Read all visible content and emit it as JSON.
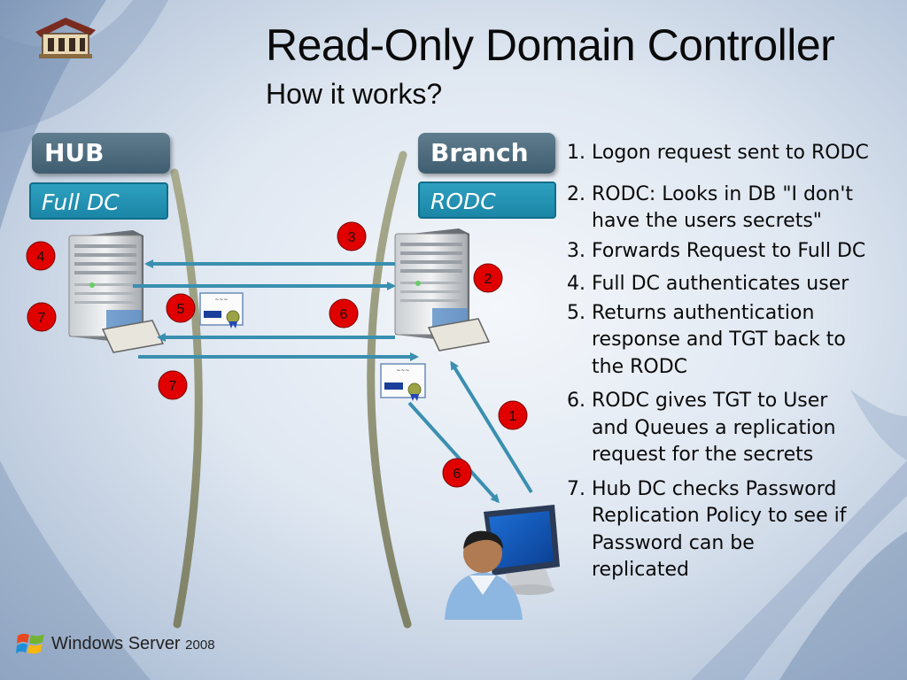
{
  "slide": {
    "title": "Read-Only Domain Controller",
    "subtitle": "How it works?"
  },
  "hub": {
    "label": "HUB",
    "sublabel": "Full DC"
  },
  "branch": {
    "label": "Branch",
    "sublabel": "RODC"
  },
  "badges": {
    "b1": "1",
    "b2": "2",
    "b3": "3",
    "b4": "4",
    "b5": "5",
    "b6a": "6",
    "b6b": "6",
    "b7a": "7",
    "b7b": "7"
  },
  "steps": [
    {
      "num": "1.",
      "text": "Logon request sent to RODC"
    },
    {
      "num": "2.",
      "text": "RODC: Looks in DB \"I don't have the users secrets\""
    },
    {
      "num": "3.",
      "text": "Forwards Request to Full DC"
    },
    {
      "num": "4.",
      "text": "Full DC authenticates user"
    },
    {
      "num": "5.",
      "text": "Returns authentication response and TGT back to the RODC"
    },
    {
      "num": "6.",
      "text": "RODC gives TGT to User and Queues a replication request for the secrets"
    },
    {
      "num": "7.",
      "text": "Hub DC checks Password Replication Policy to see if Password can be replicated"
    }
  ],
  "footer": {
    "brand": "Windows Server",
    "year": "2008"
  },
  "colors": {
    "arrow": "#3a8fb0",
    "badge": "#e00000",
    "tag_dark": "#4a6a7d",
    "tag_light": "#2296b7"
  }
}
